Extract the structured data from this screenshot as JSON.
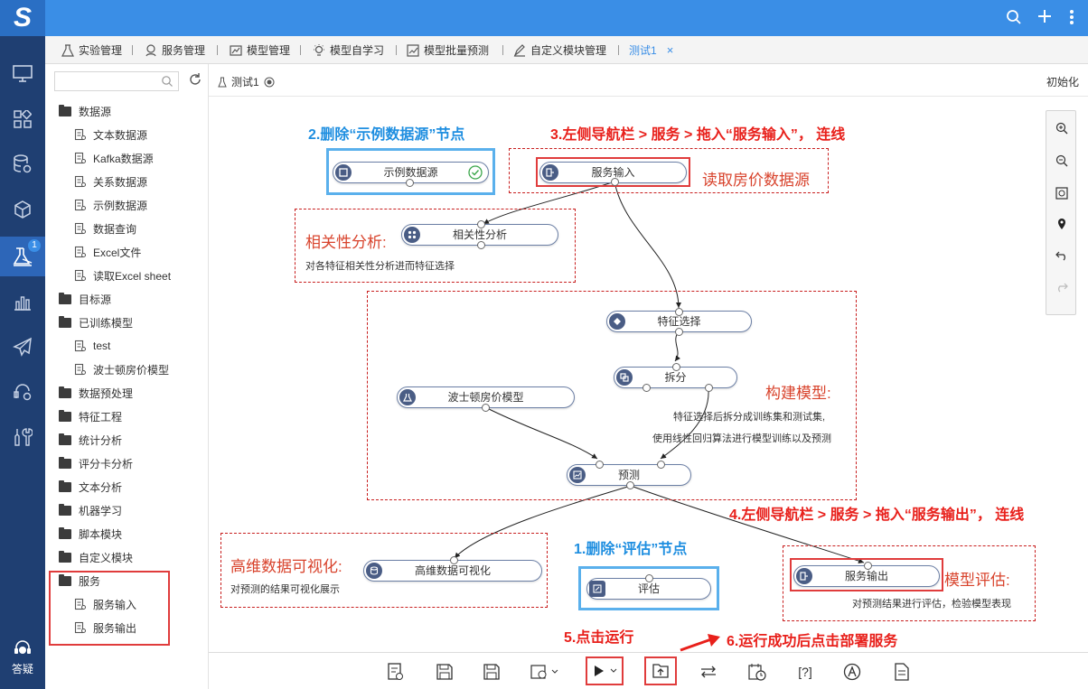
{
  "app": {
    "logo": "S"
  },
  "topbar": {
    "search_icon": "search-icon",
    "add_icon": "plus-icon",
    "more_icon": "more-vertical-icon"
  },
  "leftnav": {
    "items": [
      {
        "name": "desktop-icon"
      },
      {
        "name": "apps-icon"
      },
      {
        "name": "database-settings-icon"
      },
      {
        "name": "cube-icon"
      },
      {
        "name": "experiment-icon",
        "badge": "1",
        "active": true
      },
      {
        "name": "bar-chart-icon"
      },
      {
        "name": "paper-plane-icon"
      },
      {
        "name": "service-icon"
      },
      {
        "name": "tools-icon"
      }
    ],
    "help_label": "答疑"
  },
  "tabs": [
    {
      "label": "实验管理",
      "icon": "flask-icon"
    },
    {
      "label": "服务管理",
      "icon": "service-icon"
    },
    {
      "label": "模型管理",
      "icon": "model-icon"
    },
    {
      "label": "模型自学习",
      "icon": "bulb-icon"
    },
    {
      "label": "模型批量预测",
      "icon": "line-chart-icon"
    },
    {
      "label": "自定义模块管理",
      "icon": "custom-module-icon"
    },
    {
      "label": "测试1",
      "active": true,
      "close": "×"
    }
  ],
  "sidebar": {
    "search_placeholder": "",
    "tree": [
      {
        "label": "数据源",
        "type": "folder-open"
      },
      {
        "label": "文本数据源",
        "type": "leaf"
      },
      {
        "label": "Kafka数据源",
        "type": "leaf"
      },
      {
        "label": "关系数据源",
        "type": "leaf"
      },
      {
        "label": "示例数据源",
        "type": "leaf"
      },
      {
        "label": "数据查询",
        "type": "leaf"
      },
      {
        "label": "Excel文件",
        "type": "leaf"
      },
      {
        "label": "读取Excel sheet",
        "type": "leaf"
      },
      {
        "label": "目标源",
        "type": "folder"
      },
      {
        "label": "已训练模型",
        "type": "folder-open"
      },
      {
        "label": "test",
        "type": "leaf"
      },
      {
        "label": "波士顿房价模型",
        "type": "leaf"
      },
      {
        "label": "数据预处理",
        "type": "folder"
      },
      {
        "label": "特征工程",
        "type": "folder"
      },
      {
        "label": "统计分析",
        "type": "folder"
      },
      {
        "label": "评分卡分析",
        "type": "folder"
      },
      {
        "label": "文本分析",
        "type": "folder"
      },
      {
        "label": "机器学习",
        "type": "folder"
      },
      {
        "label": "脚本模块",
        "type": "folder"
      },
      {
        "label": "自定义模块",
        "type": "folder"
      },
      {
        "label": "服务",
        "type": "folder-open"
      },
      {
        "label": "服务输入",
        "type": "leaf"
      },
      {
        "label": "服务输出",
        "type": "leaf"
      }
    ]
  },
  "canvas_header": {
    "title": "测试1",
    "init_label": "初始化"
  },
  "nodes": {
    "sample_source": "示例数据源",
    "service_input": "服务输入",
    "correlation": "相关性分析",
    "feature_select": "特征选择",
    "split": "拆分",
    "boston_model": "波士顿房价模型",
    "predict": "预测",
    "hd_visual": "高维数据可视化",
    "evaluate": "评估",
    "service_output": "服务输出"
  },
  "annotations": {
    "step2": "2.删除“示例数据源”节点",
    "step3": "3.左侧导航栏 > 服务 > 拖入“服务输入”， 连线",
    "read_source": "读取房价数据源",
    "corr_title": "相关性分析:",
    "corr_desc": "对各特征相关性分析进而特征选择",
    "build_title": "构建模型:",
    "build_desc1": "特征选择后拆分成训练集和测试集,",
    "build_desc2": "使用线性回归算法进行模型训练以及预测",
    "step4": "4.左侧导航栏 > 服务 > 拖入“服务输出”， 连线",
    "step1": "1.删除“评估”节点",
    "hd_title": "高维数据可视化:",
    "hd_desc": "对预测的结果可视化展示",
    "eval_title": "模型评估:",
    "eval_desc": "对预测结果进行评估，检验模型表现",
    "step5": "5.点击运行",
    "step6": "6.运行成功后点击部署服务"
  },
  "toolbox": [
    "zoom-in-icon",
    "zoom-out-icon",
    "fit-screen-icon",
    "locate-icon",
    "undo-icon",
    "redo-icon"
  ],
  "bottom_toolbar": [
    "edit-doc-icon",
    "save-icon",
    "save-as-icon",
    "settings-dropdown-icon",
    "run-button",
    "deploy-icon",
    "swap-icon",
    "schedule-icon",
    "help-bracket-icon",
    "font-icon",
    "document-icon"
  ],
  "colors": {
    "primary": "#3a8ee6",
    "nav_bg": "#1f3f72",
    "annotation_red": "#e8201b",
    "annotation_blue": "#1e8ee0"
  }
}
